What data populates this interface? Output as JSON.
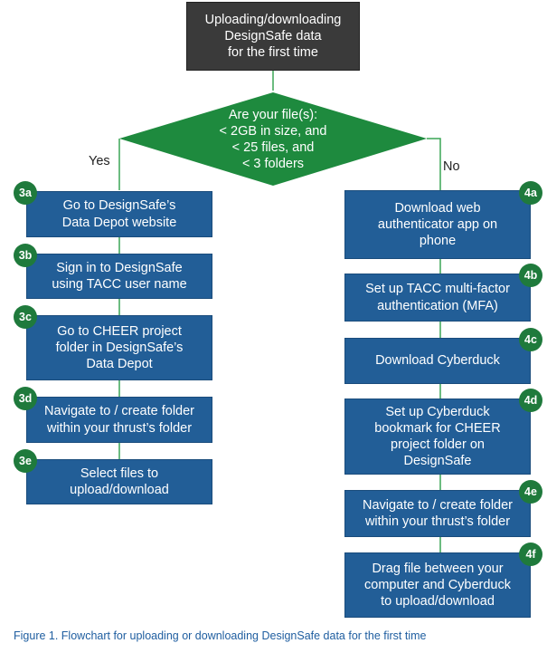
{
  "start": {
    "line1": "Uploading/downloading",
    "line2": "DesignSafe data",
    "line3": "for the first time"
  },
  "decision": {
    "line1": "Are your file(s):",
    "line2": "< 2GB in size, and",
    "line3": "< 25 files, and",
    "line4": "< 3 folders"
  },
  "branches": {
    "yes": "Yes",
    "no": "No"
  },
  "left_steps": [
    {
      "badge": "3a",
      "line1": "Go to DesignSafe’s",
      "line2": "Data Depot website",
      "line3": ""
    },
    {
      "badge": "3b",
      "line1": "Sign in to DesignSafe",
      "line2": "using TACC user name",
      "line3": ""
    },
    {
      "badge": "3c",
      "line1": "Go to CHEER project",
      "line2": "folder in DesignSafe’s",
      "line3": "Data Depot"
    },
    {
      "badge": "3d",
      "line1": "Navigate to / create folder",
      "line2": "within your thrust’s folder",
      "line3": ""
    },
    {
      "badge": "3e",
      "line1": "Select files to",
      "line2": "upload/download",
      "line3": ""
    }
  ],
  "right_steps": [
    {
      "badge": "4a",
      "line1": "Download web",
      "line2": "authenticator app on",
      "line3": "phone",
      "line4": ""
    },
    {
      "badge": "4b",
      "line1": "Set up TACC multi-factor",
      "line2": "authentication (MFA)",
      "line3": "",
      "line4": ""
    },
    {
      "badge": "4c",
      "line1": "Download Cyberduck",
      "line2": "",
      "line3": "",
      "line4": ""
    },
    {
      "badge": "4d",
      "line1": "Set up Cyberduck",
      "line2": "bookmark for CHEER",
      "line3": "project folder on",
      "line4": "DesignSafe"
    },
    {
      "badge": "4e",
      "line1": "Navigate to / create folder",
      "line2": "within your thrust’s folder",
      "line3": "",
      "line4": ""
    },
    {
      "badge": "4f",
      "line1": "Drag file between your",
      "line2": "computer and Cyberduck",
      "line3": "to upload/download",
      "line4": ""
    }
  ],
  "caption": "Figure 1. Flowchart for uploading or downloading DesignSafe data for the first time",
  "colors": {
    "step_fill": "#225e97",
    "badge_fill": "#1f7a3c",
    "decision_fill": "#1e8a3e",
    "start_fill": "#3a3a3a",
    "connector": "#3aa655"
  }
}
